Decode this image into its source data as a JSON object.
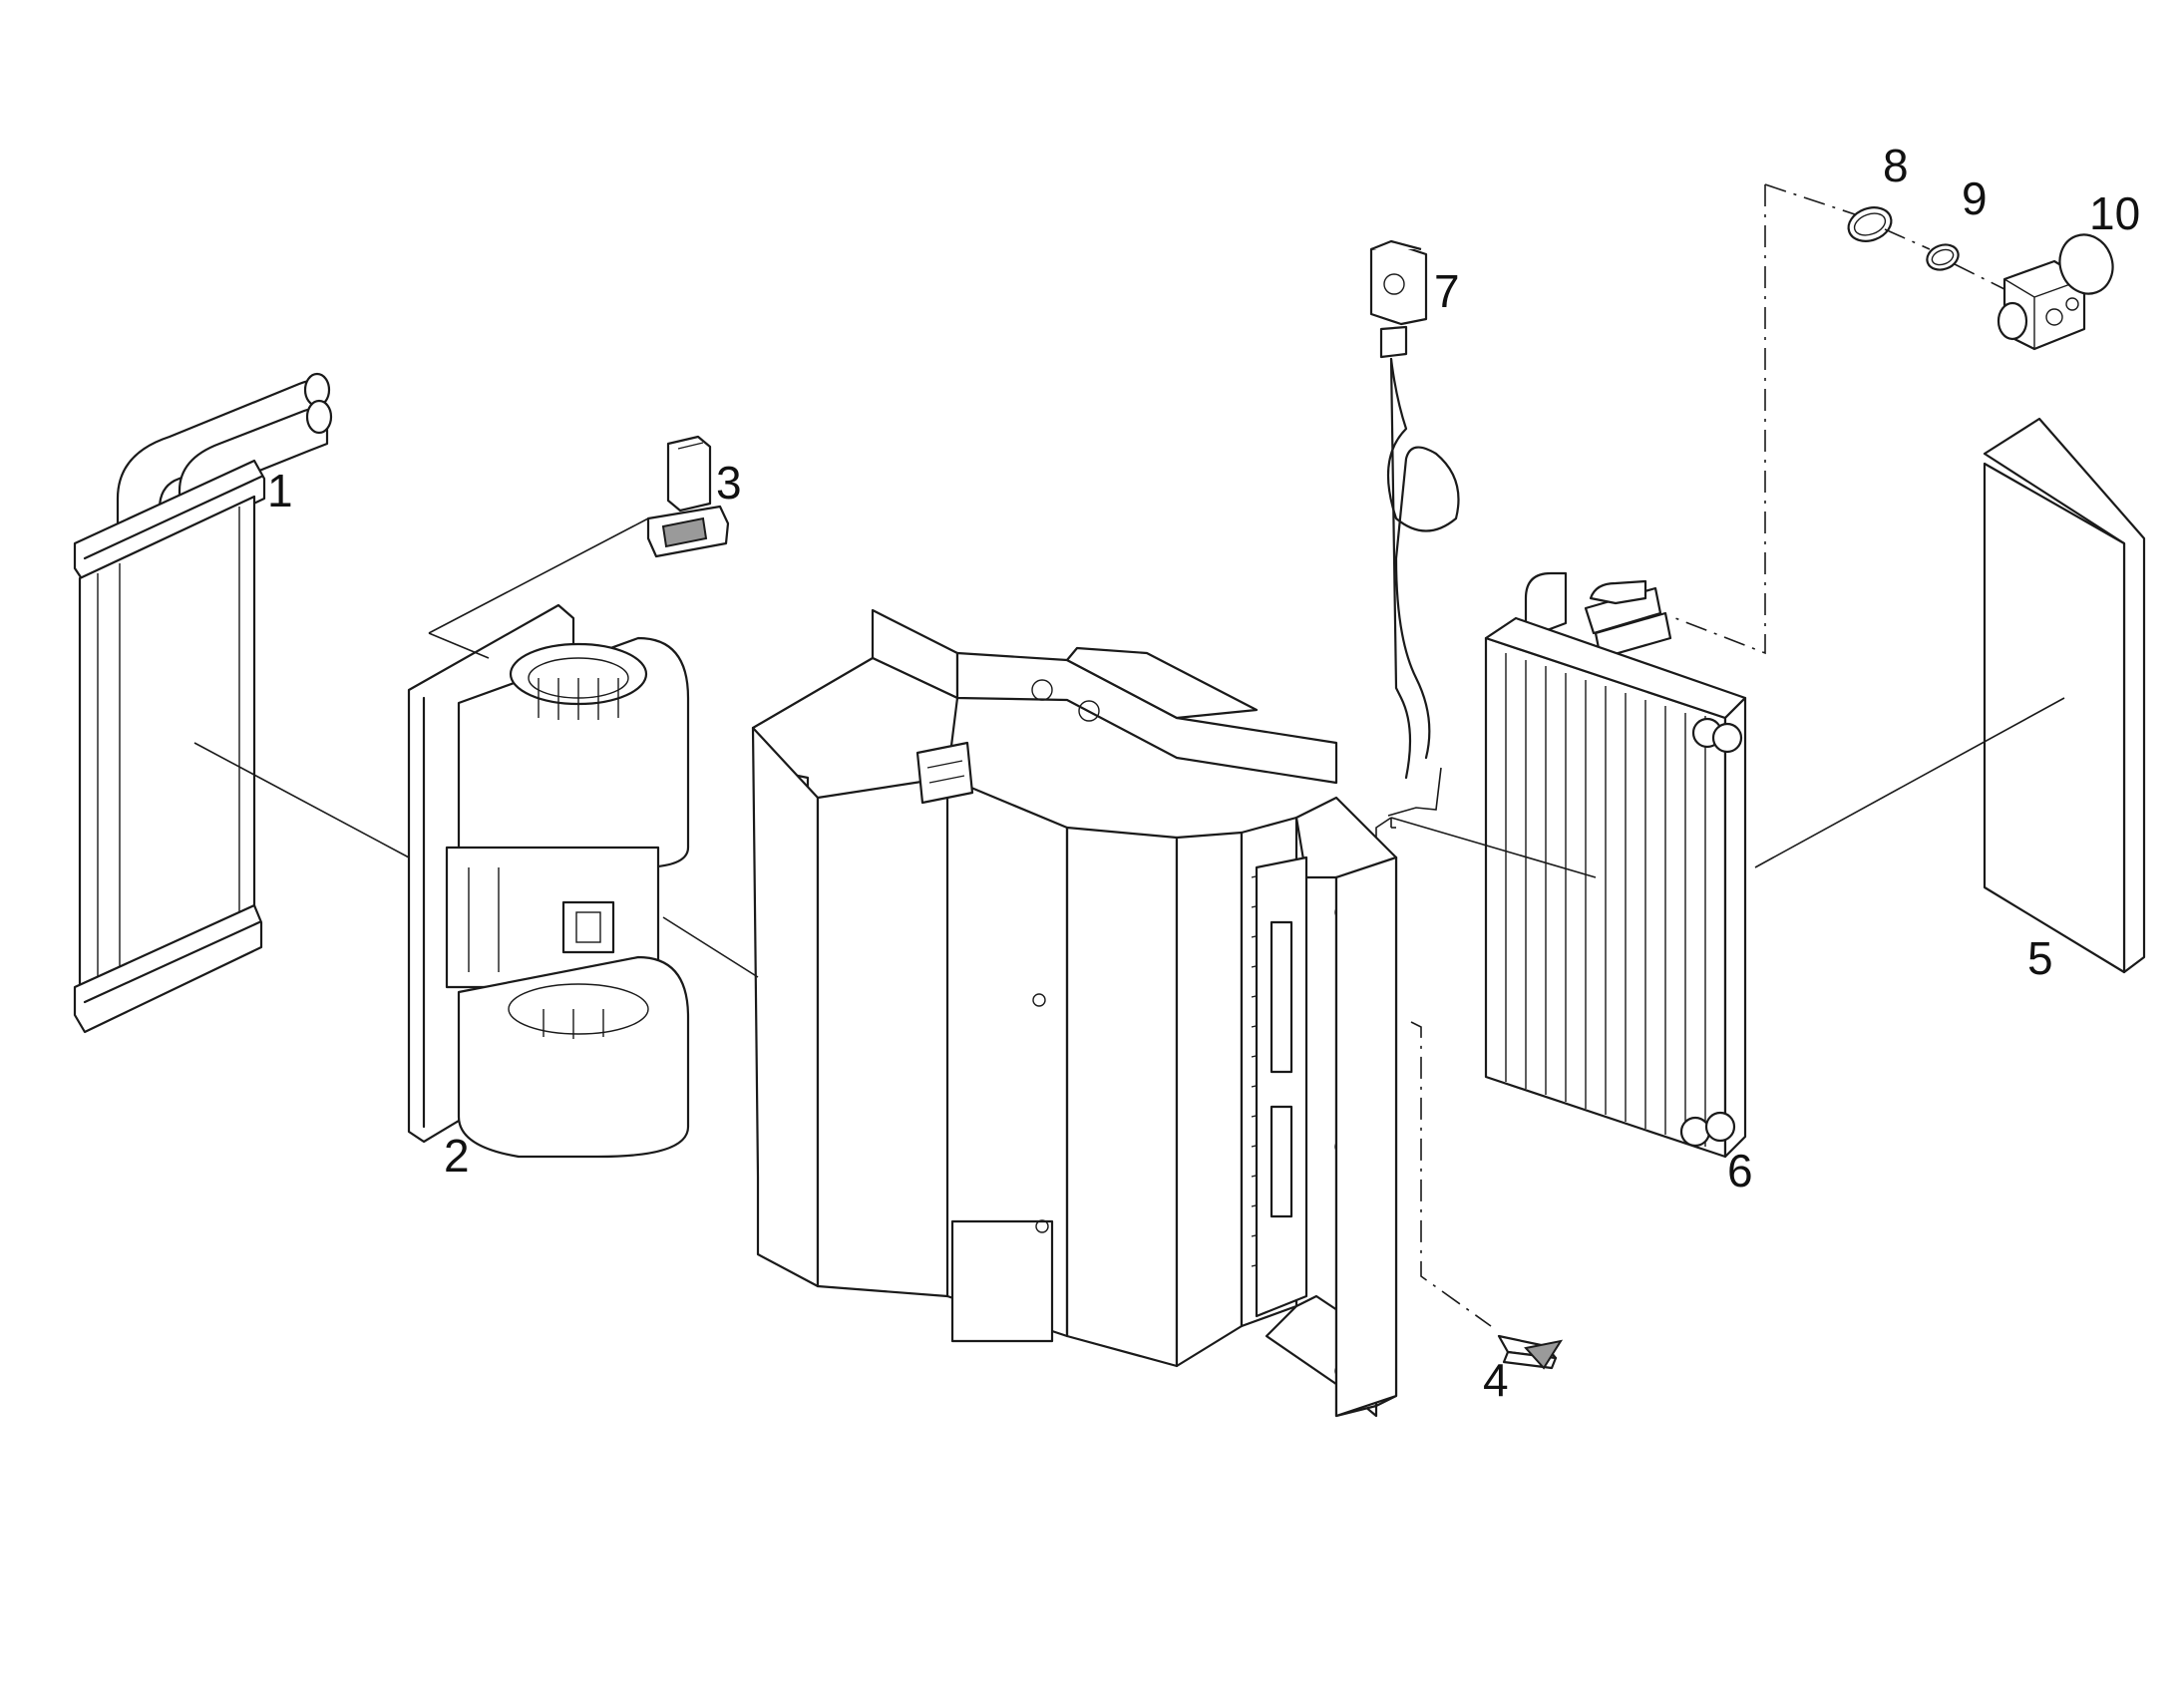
{
  "diagram": {
    "callouts": [
      {
        "id": "1",
        "part": "heater-core"
      },
      {
        "id": "2",
        "part": "blower-assembly"
      },
      {
        "id": "3",
        "part": "resistor"
      },
      {
        "id": "4",
        "part": "sensor-plug"
      },
      {
        "id": "5",
        "part": "filter"
      },
      {
        "id": "6",
        "part": "evaporator"
      },
      {
        "id": "7",
        "part": "thermostat"
      },
      {
        "id": "8",
        "part": "o-ring-large"
      },
      {
        "id": "9",
        "part": "o-ring-small"
      },
      {
        "id": "10",
        "part": "expansion-valve"
      }
    ]
  }
}
